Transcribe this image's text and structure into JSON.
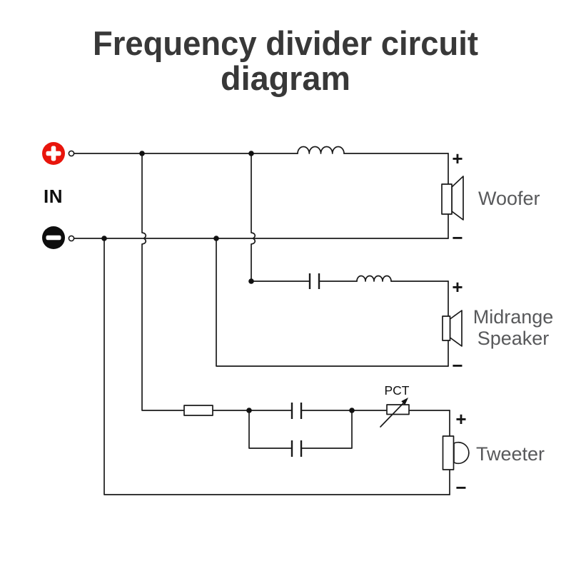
{
  "header": {
    "title_lines": [
      "Frequency divider circuit",
      "diagram"
    ]
  },
  "input": {
    "label": "IN",
    "positive_icon": "plus-circle-icon",
    "negative_icon": "minus-circle-icon"
  },
  "speakers": {
    "woofer": {
      "label": "Woofer",
      "plus": "+",
      "minus": "−"
    },
    "midrange": {
      "label_lines": [
        "Midrange",
        "Speaker"
      ],
      "plus": "+",
      "minus": "−"
    },
    "tweeter": {
      "label": "Tweeter",
      "plus": "+",
      "minus": "−",
      "attenuator_label": "PCT"
    }
  },
  "icons": {
    "woofer_speaker": "cone-speaker-icon",
    "midrange_speaker": "cone-speaker-icon",
    "tweeter_speaker": "dome-tweeter-icon",
    "tweeter_attenuator": "variable-resistor-arrow-icon"
  },
  "colors": {
    "wire": "#1a1a1a",
    "title_text": "#383838",
    "speaker_label_text": "#58595b",
    "positive_red": "#e8150c",
    "negative_black": "#0d0d0d"
  }
}
